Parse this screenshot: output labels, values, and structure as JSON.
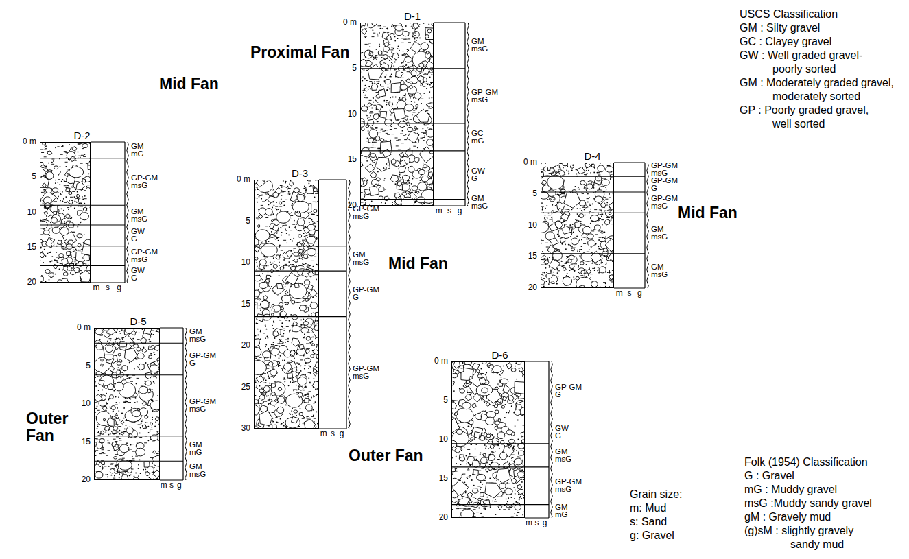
{
  "diagram": {
    "nodes": [
      {
        "text": [
          "D-1"
        ]
      },
      {
        "text": [
          "D-2"
        ]
      },
      {
        "text": [
          "D-3"
        ]
      },
      {
        "text": [
          "D-4"
        ]
      },
      {
        "text": [
          "D-5"
        ]
      },
      {
        "text": [
          "D-6"
        ]
      }
    ],
    "labels": [
      "USCS Classification",
      "GM : Silty gravel",
      "GC : Clayey gravel",
      "GW : Well graded gravel-",
      "poorly sorted",
      "GM : Moderately graded gravel,",
      "moderately sorted",
      "GP : Poorly graded gravel,",
      "well sorted",
      "Proximal Fan",
      "Mid Fan",
      "Mid Fan",
      "Mid Fan",
      "Outer Fan",
      "Outer Fan",
      "Grain size:",
      "m: Mud",
      "s: Sand",
      "g: Gravel",
      "Folk (1954) Classification",
      "G : Gravel",
      "mG : Muddy gravel",
      "msG :Muddy sandy gravel",
      "gM : Gravely mud",
      "(g)sM : slightly gravely",
      "sandy mud",
      "0 m",
      "5",
      "10",
      "15",
      "20",
      "GM",
      "msG",
      "GP-GM",
      "msG",
      "GC",
      "mG",
      "GW",
      "G",
      "GM",
      "msG",
      "m",
      "s",
      "g",
      "0 m",
      "5",
      "10",
      "15",
      "20",
      "GM",
      "mG",
      "GP-GM",
      "msG",
      "GM",
      "msG",
      "GW",
      "G",
      "GP-GM",
      "msG",
      "GW",
      "G",
      "m",
      "s",
      "g",
      "0 m",
      "5",
      "10",
      "15",
      "20",
      "25",
      "30",
      "GP-GM",
      "msG",
      "GM",
      "msG",
      "GP-GM",
      "G",
      "GP-GM",
      "msG",
      "m",
      "s",
      "g",
      "0 m",
      "5",
      "10",
      "15",
      "20",
      "GP-GM",
      "msG",
      "GP-GM",
      "G",
      "GP-GM",
      "msG",
      "GM",
      "msG",
      "GM",
      "msG",
      "m",
      "s",
      "g",
      "0 m",
      "5",
      "10",
      "15",
      "20",
      "GM",
      "msG",
      "GP-GM",
      "G",
      "GP-GM",
      "msG",
      "GM",
      "mG",
      "GM",
      "msG",
      "m",
      "s",
      "g",
      "0 m",
      "5",
      "10",
      "15",
      "20",
      "GP-GM",
      "G",
      "GW",
      "G",
      "GM",
      "msG",
      "GP-GM",
      "msG",
      "GM",
      "mG",
      "m",
      "s",
      "g"
    ]
  }
}
